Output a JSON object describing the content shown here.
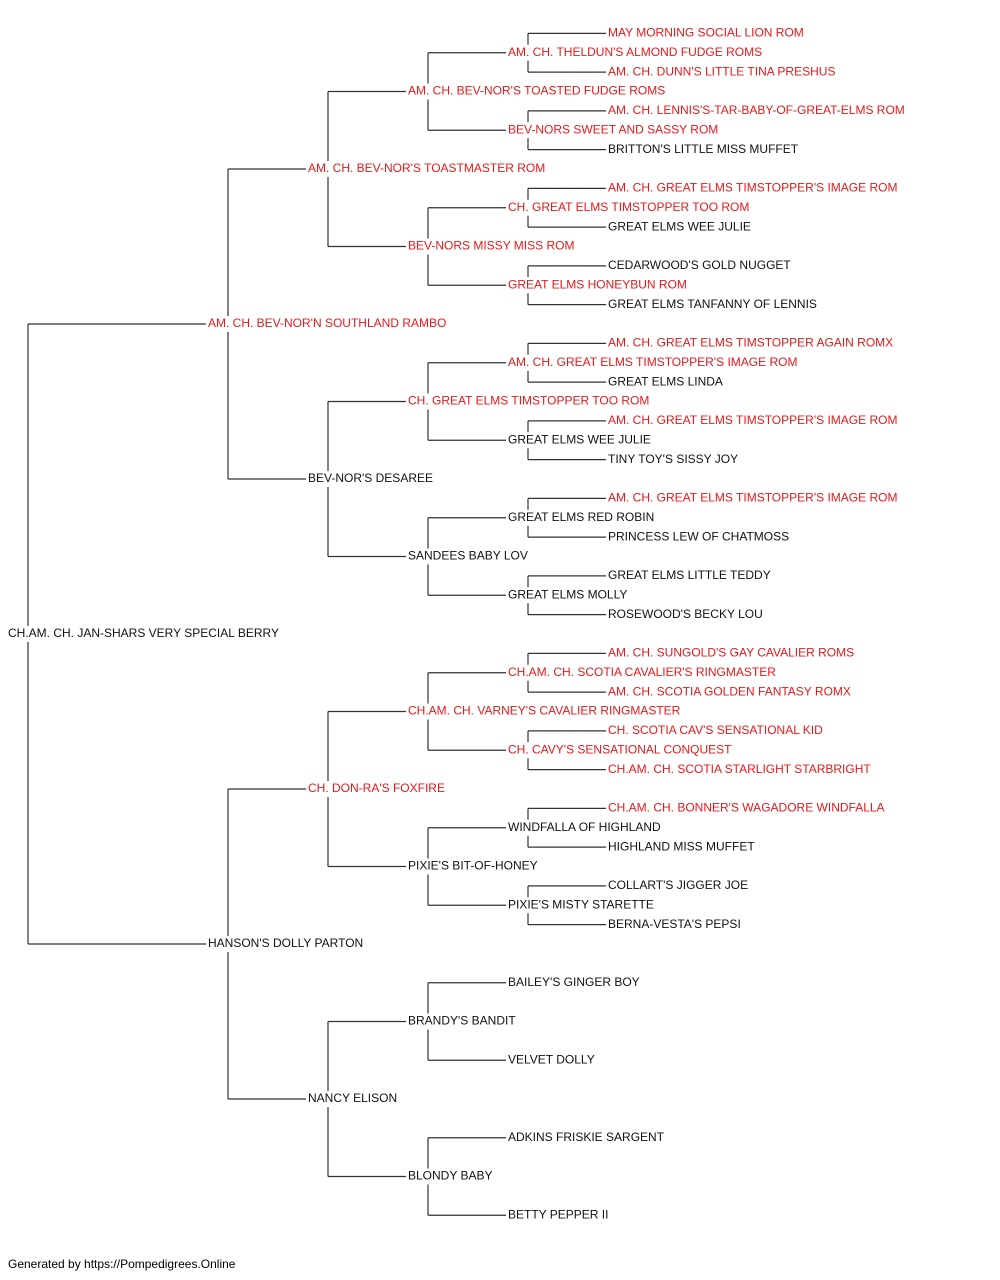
{
  "colors": {
    "champion": "#e8181a",
    "normal": "#111111",
    "line": "#333333"
  },
  "pedigree": {
    "name": "CH.AM. CH. JAN-SHARS VERY SPECIAL BERRY",
    "champion": false,
    "sire": {
      "name": "AM. CH. BEV-NOR'N SOUTHLAND RAMBO",
      "champion": true,
      "sire": {
        "name": "AM. CH. BEV-NOR'S TOASTMASTER ROM",
        "champion": true,
        "sire": {
          "name": "AM. CH. BEV-NOR'S TOASTED FUDGE ROMS",
          "champion": true,
          "sire": {
            "name": "AM. CH. THELDUN'S ALMOND FUDGE ROMS",
            "champion": true,
            "sire": {
              "name": "MAY MORNING SOCIAL LION ROM",
              "champion": true
            },
            "dam": {
              "name": "AM. CH. DUNN'S LITTLE TINA PRESHUS",
              "champion": true
            }
          },
          "dam": {
            "name": "BEV-NORS SWEET AND SASSY ROM",
            "champion": true,
            "sire": {
              "name": "AM. CH. LENNIS'S-TAR-BABY-OF-GREAT-ELMS ROM",
              "champion": true
            },
            "dam": {
              "name": "BRITTON'S LITTLE MISS MUFFET",
              "champion": false
            }
          }
        },
        "dam": {
          "name": "BEV-NORS MISSY MISS ROM",
          "champion": true,
          "sire": {
            "name": "CH. GREAT ELMS TIMSTOPPER TOO ROM",
            "champion": true,
            "sire": {
              "name": "AM. CH. GREAT ELMS TIMSTOPPER'S IMAGE ROM",
              "champion": true
            },
            "dam": {
              "name": "GREAT ELMS WEE JULIE",
              "champion": false
            }
          },
          "dam": {
            "name": "GREAT ELMS HONEYBUN ROM",
            "champion": true,
            "sire": {
              "name": "CEDARWOOD'S GOLD NUGGET",
              "champion": false
            },
            "dam": {
              "name": "GREAT ELMS TANFANNY OF LENNIS",
              "champion": false
            }
          }
        }
      },
      "dam": {
        "name": "BEV-NOR'S DESAREE",
        "champion": false,
        "sire": {
          "name": "CH. GREAT ELMS TIMSTOPPER TOO ROM",
          "champion": true,
          "sire": {
            "name": "AM. CH. GREAT ELMS TIMSTOPPER'S IMAGE ROM",
            "champion": true,
            "sire": {
              "name": "AM. CH. GREAT ELMS TIMSTOPPER AGAIN ROMX",
              "champion": true
            },
            "dam": {
              "name": "GREAT ELMS LINDA",
              "champion": false
            }
          },
          "dam": {
            "name": "GREAT ELMS WEE JULIE",
            "champion": false,
            "sire": {
              "name": "AM. CH. GREAT ELMS TIMSTOPPER'S IMAGE ROM",
              "champion": true
            },
            "dam": {
              "name": "TINY TOY'S SISSY JOY",
              "champion": false
            }
          }
        },
        "dam": {
          "name": "SANDEES BABY LOV",
          "champion": false,
          "sire": {
            "name": "GREAT ELMS RED ROBIN",
            "champion": false,
            "sire": {
              "name": "AM. CH. GREAT ELMS TIMSTOPPER'S IMAGE ROM",
              "champion": true
            },
            "dam": {
              "name": "PRINCESS LEW OF CHATMOSS",
              "champion": false
            }
          },
          "dam": {
            "name": "GREAT ELMS MOLLY",
            "champion": false,
            "sire": {
              "name": "GREAT ELMS LITTLE TEDDY",
              "champion": false
            },
            "dam": {
              "name": "ROSEWOOD'S BECKY LOU",
              "champion": false
            }
          }
        }
      }
    },
    "dam": {
      "name": "HANSON'S DOLLY PARTON",
      "champion": false,
      "sire": {
        "name": "CH. DON-RA'S FOXFIRE",
        "champion": true,
        "sire": {
          "name": "CH.AM. CH. VARNEY'S CAVALIER RINGMASTER",
          "champion": true,
          "sire": {
            "name": "CH.AM. CH. SCOTIA CAVALIER'S RINGMASTER",
            "champion": true,
            "sire": {
              "name": "AM. CH. SUNGOLD'S GAY CAVALIER ROMS",
              "champion": true
            },
            "dam": {
              "name": "AM. CH. SCOTIA GOLDEN FANTASY ROMX",
              "champion": true
            }
          },
          "dam": {
            "name": "CH. CAVY'S SENSATIONAL CONQUEST",
            "champion": true,
            "sire": {
              "name": "CH. SCOTIA CAV'S SENSATIONAL KID",
              "champion": true
            },
            "dam": {
              "name": "CH.AM. CH. SCOTIA STARLIGHT STARBRIGHT",
              "champion": true
            }
          }
        },
        "dam": {
          "name": "PIXIE'S BIT-OF-HONEY",
          "champion": false,
          "sire": {
            "name": "WINDFALLA OF HIGHLAND",
            "champion": false,
            "sire": {
              "name": "CH.AM. CH. BONNER'S WAGADORE WINDFALLA",
              "champion": true
            },
            "dam": {
              "name": "HIGHLAND MISS MUFFET",
              "champion": false
            }
          },
          "dam": {
            "name": "PIXIE'S MISTY STARETTE",
            "champion": false,
            "sire": {
              "name": "COLLART'S JIGGER JOE",
              "champion": false
            },
            "dam": {
              "name": "BERNA-VESTA'S PEPSI",
              "champion": false
            }
          }
        }
      },
      "dam": {
        "name": "NANCY ELISON",
        "champion": false,
        "sire": {
          "name": "BRANDY'S BANDIT",
          "champion": false,
          "sire": {
            "name": "BAILEY'S GINGER BOY",
            "champion": false
          },
          "dam": {
            "name": "VELVET DOLLY",
            "champion": false
          }
        },
        "dam": {
          "name": "BLONDY BABY",
          "champion": false,
          "sire": {
            "name": "ADKINS FRISKIE SARGENT",
            "champion": false
          },
          "dam": {
            "name": "BETTY PEPPER II",
            "champion": false
          }
        }
      }
    }
  },
  "footer": {
    "text": "Generated by https://Pompedigrees.Online"
  }
}
